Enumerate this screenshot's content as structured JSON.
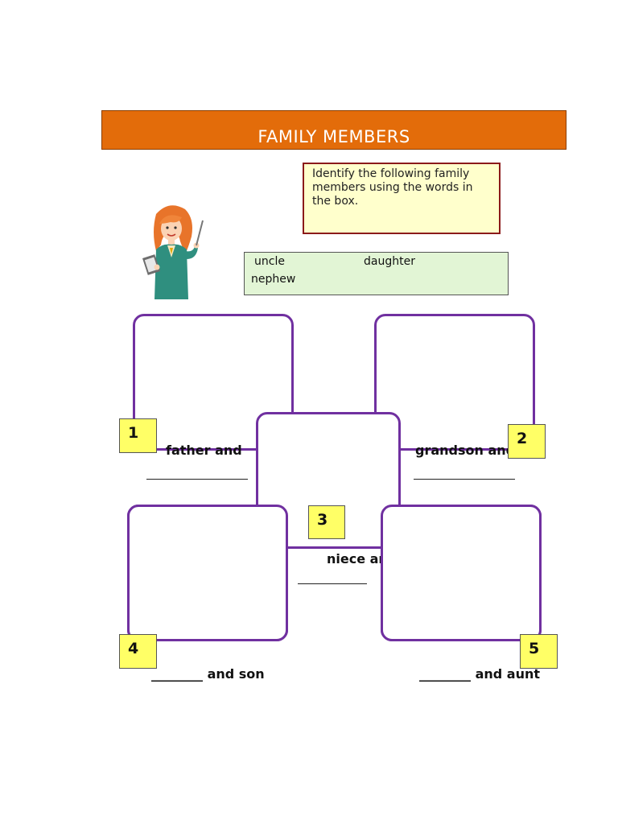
{
  "header": {
    "title": "FAMILY MEMBERS"
  },
  "instructions": {
    "text": "Identify the following family members using the words in the box."
  },
  "word_box": {
    "words": [
      "uncle",
      "daughter",
      "nephew"
    ]
  },
  "cards": [
    {
      "number": "1",
      "caption": "father and",
      "answer_line": "______________"
    },
    {
      "number": "2",
      "caption": "grandson and",
      "answer_line": "______________"
    },
    {
      "number": "3",
      "caption": "niece and",
      "answer_line": "___________"
    },
    {
      "number": "4",
      "caption": "________ and son"
    },
    {
      "number": "5",
      "caption": "________ and aunt"
    }
  ],
  "colors": {
    "title_bar": "#e36c0a",
    "card_border": "#7030a0",
    "badge_fill": "#ffff66",
    "instruction_fill": "#ffffcc",
    "instruction_border": "#8b1a1a",
    "word_box_fill": "#e2f5d5"
  },
  "icons": {
    "teacher": "teacher-with-pointer-illustration"
  }
}
